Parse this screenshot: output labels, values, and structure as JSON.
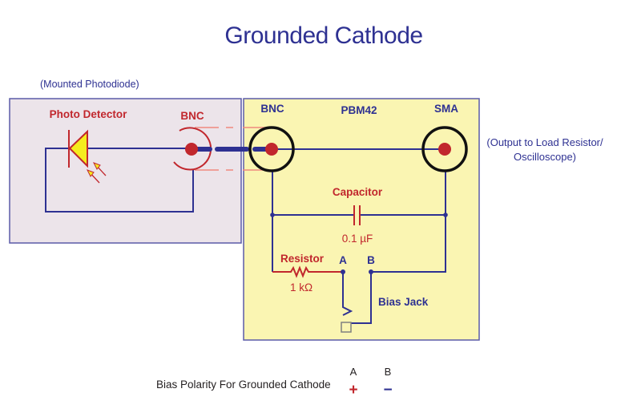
{
  "title": "Grounded Cathode",
  "colors": {
    "title": "#2e3192",
    "wire": "#2e3192",
    "component": "#c1272d",
    "diode_fill": "#f5ec1e",
    "mount_bg": "#ece4ea",
    "pbm_bg": "#faf5b2",
    "dashed": "#f08a7e",
    "connector_ring": "#111111"
  },
  "mount": {
    "caption": "(Mounted Photodiode)",
    "photo_detector_label": "Photo Detector",
    "bnc_label": "BNC"
  },
  "pbm": {
    "bnc_label": "BNC",
    "name": "PBM42",
    "sma_label": "SMA",
    "capacitor_label": "Capacitor",
    "capacitor_value": "0.1 µF",
    "resistor_label": "Resistor",
    "resistor_value": "1 kΩ",
    "terminal_a": "A",
    "terminal_b": "B",
    "bias_jack_label": "Bias Jack"
  },
  "output_note": {
    "line1": "(Output to Load Resistor/",
    "line2": "Oscilloscope)"
  },
  "polarity": {
    "label": "Bias Polarity For Grounded Cathode",
    "a_header": "A",
    "b_header": "B",
    "a_sign": "+",
    "b_sign": "−"
  }
}
